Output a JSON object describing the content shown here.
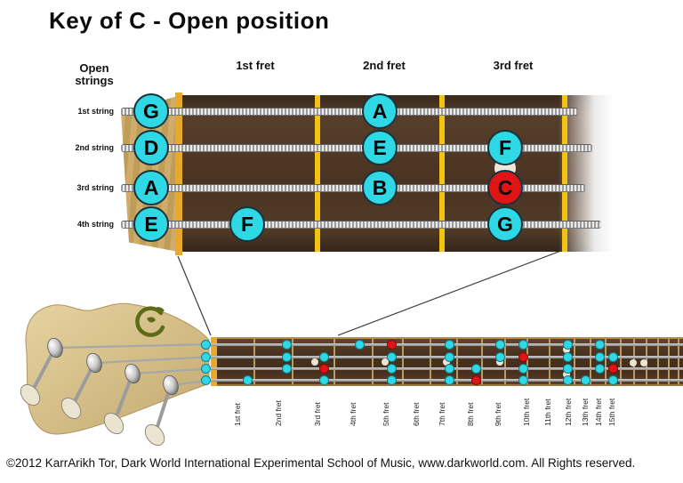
{
  "title": "Key of C - Open position",
  "copyright": "©2012 KarrArikh Tor, Dark World International Experimental School of Music, www.darkworld.com. All Rights reserved.",
  "colors": {
    "scale_note": "#2ed8e4",
    "root_note": "#e01414",
    "fret_marker_yellow": "#f2c411"
  },
  "top_diagram": {
    "headers": {
      "open": "Open strings",
      "f1": "1st fret",
      "f2": "2nd fret",
      "f3": "3rd fret"
    },
    "string_labels": [
      "1st string",
      "2nd string",
      "3rd string",
      "4th string"
    ],
    "notes": [
      {
        "label": "G",
        "string": 1,
        "fret": 0
      },
      {
        "label": "D",
        "string": 2,
        "fret": 0
      },
      {
        "label": "A",
        "string": 3,
        "fret": 0
      },
      {
        "label": "E",
        "string": 4,
        "fret": 0
      },
      {
        "label": "F",
        "string": 4,
        "fret": 1
      },
      {
        "label": "A",
        "string": 1,
        "fret": 2
      },
      {
        "label": "E",
        "string": 2,
        "fret": 2
      },
      {
        "label": "B",
        "string": 3,
        "fret": 2
      },
      {
        "label": "F",
        "string": 2,
        "fret": 3
      },
      {
        "label": "C",
        "string": 3,
        "fret": 3,
        "root": true
      },
      {
        "label": "G",
        "string": 4,
        "fret": 3
      }
    ]
  },
  "fretboard": {
    "fret_labels": [
      "1st fret",
      "2nd fret",
      "3rd fret",
      "4th fret",
      "5th fret",
      "6th fret",
      "7th fret",
      "8th fret",
      "9th fret",
      "10th fret",
      "11th fret",
      "12th fret",
      "13th fret",
      "14th fret",
      "15th fret"
    ],
    "dots": [
      {
        "string": 1,
        "fret": 0
      },
      {
        "string": 2,
        "fret": 0
      },
      {
        "string": 3,
        "fret": 0
      },
      {
        "string": 4,
        "fret": 0
      },
      {
        "string": 4,
        "fret": 1
      },
      {
        "string": 1,
        "fret": 2
      },
      {
        "string": 2,
        "fret": 2
      },
      {
        "string": 3,
        "fret": 2
      },
      {
        "string": 2,
        "fret": 3
      },
      {
        "string": 3,
        "fret": 3,
        "root": true
      },
      {
        "string": 4,
        "fret": 3
      },
      {
        "string": 1,
        "fret": 4
      },
      {
        "string": 1,
        "fret": 5,
        "root": true
      },
      {
        "string": 2,
        "fret": 5
      },
      {
        "string": 3,
        "fret": 5
      },
      {
        "string": 4,
        "fret": 5
      },
      {
        "string": 1,
        "fret": 7
      },
      {
        "string": 2,
        "fret": 7
      },
      {
        "string": 3,
        "fret": 7
      },
      {
        "string": 4,
        "fret": 7
      },
      {
        "string": 3,
        "fret": 8
      },
      {
        "string": 4,
        "fret": 8,
        "root": true
      },
      {
        "string": 1,
        "fret": 9
      },
      {
        "string": 2,
        "fret": 9
      },
      {
        "string": 1,
        "fret": 10
      },
      {
        "string": 2,
        "fret": 10,
        "root": true
      },
      {
        "string": 3,
        "fret": 10
      },
      {
        "string": 4,
        "fret": 10
      },
      {
        "string": 1,
        "fret": 12
      },
      {
        "string": 2,
        "fret": 12
      },
      {
        "string": 3,
        "fret": 12
      },
      {
        "string": 4,
        "fret": 12
      },
      {
        "string": 4,
        "fret": 13
      },
      {
        "string": 1,
        "fret": 14
      },
      {
        "string": 2,
        "fret": 14
      },
      {
        "string": 3,
        "fret": 14
      },
      {
        "string": 2,
        "fret": 15
      },
      {
        "string": 3,
        "fret": 15,
        "root": true
      },
      {
        "string": 4,
        "fret": 15
      }
    ]
  }
}
